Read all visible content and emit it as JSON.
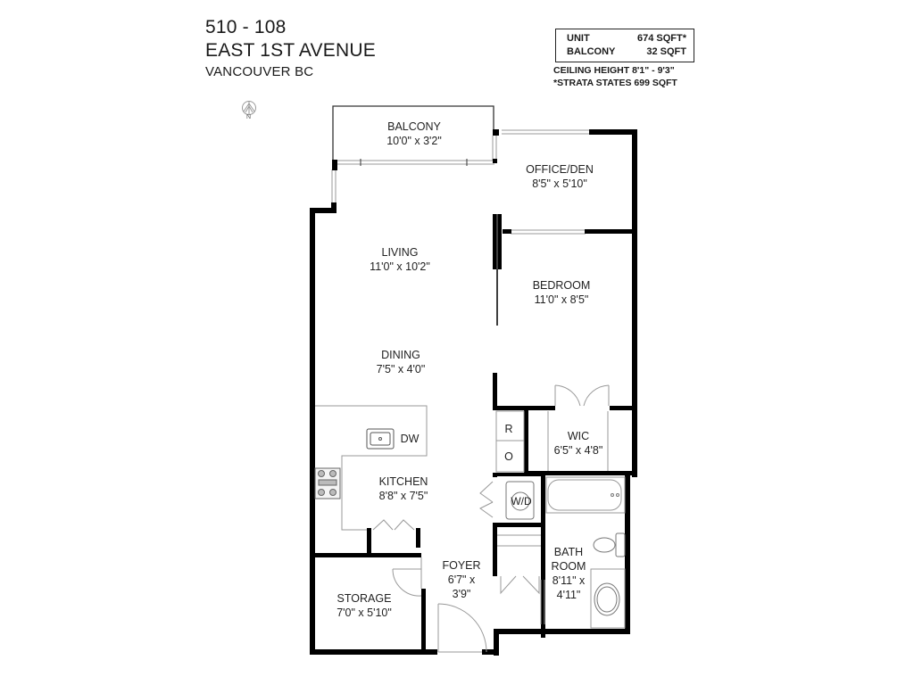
{
  "header": {
    "unit_line": "510 - 108",
    "street_line": "EAST 1ST AVENUE",
    "city_line": "VANCOUVER BC"
  },
  "area_box": {
    "rows": [
      {
        "label": "UNIT",
        "value": "674 SQFT*"
      },
      {
        "label": "BALCONY",
        "value": "32 SQFT"
      }
    ]
  },
  "notes": {
    "ceiling": "CEILING HEIGHT 8'1\" - 9'3\"",
    "strata": "*STRATA STATES 699 SQFT"
  },
  "compass": {
    "label": "N",
    "icon": "north-arrow-icon"
  },
  "rooms": {
    "balcony": {
      "name": "BALCONY",
      "dims": "10'0\" x 3'2\""
    },
    "office": {
      "name": "OFFICE/DEN",
      "dims": "8'5\" x 5'10\""
    },
    "living": {
      "name": "LIVING",
      "dims": "11'0\" x 10'2\""
    },
    "bedroom": {
      "name": "BEDROOM",
      "dims": "11'0\" x 8'5\""
    },
    "dining": {
      "name": "DINING",
      "dims": "7'5\" x 4'0\""
    },
    "wic": {
      "name": "WIC",
      "dims": "6'5\" x 4'8\""
    },
    "kitchen": {
      "name": "KITCHEN",
      "dims": "8'8\" x 7'5\""
    },
    "foyer": {
      "name": "FOYER",
      "dims_line1": "6'7\" x",
      "dims_line2": "3'9\""
    },
    "bathroom": {
      "name_line1": "BATH",
      "name_line2": "ROOM",
      "dims_line1": "8'11\" x",
      "dims_line2": "4'11\""
    },
    "storage": {
      "name": "STORAGE",
      "dims": "7'0\" x 5'10\""
    }
  },
  "fixtures": {
    "dishwasher": "DW",
    "fridge": "R",
    "oven": "O",
    "washer_dryer": "W/D"
  },
  "colors": {
    "wall": "#000000",
    "line": "#9a9a9a",
    "text": "#1a1a1a",
    "background": "#ffffff"
  }
}
